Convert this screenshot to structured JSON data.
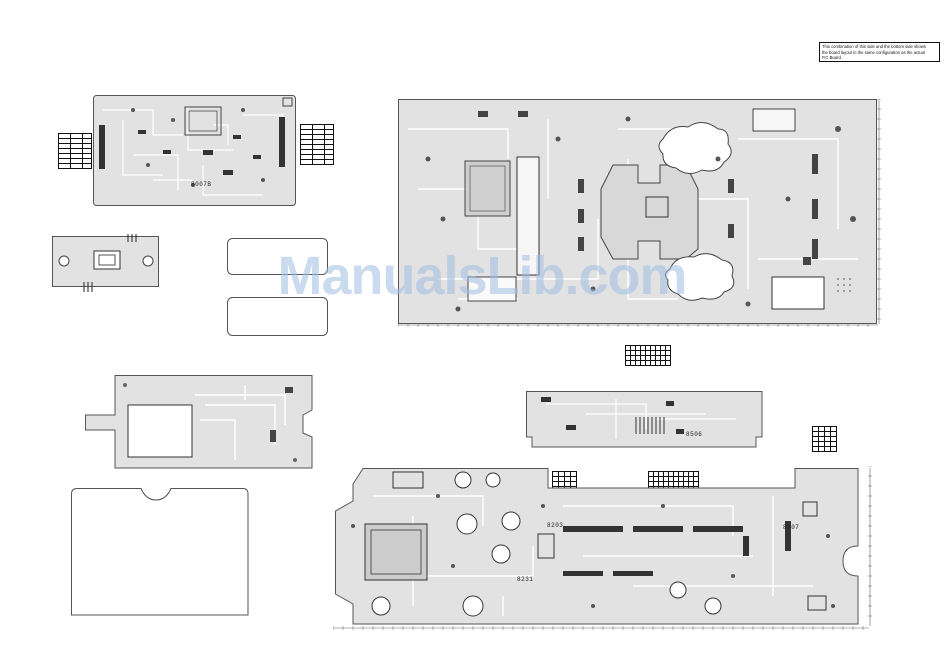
{
  "document": {
    "note_lines": [
      "This combination of this side and the bottom side shows",
      "the board layout in the same configuration as the actual",
      "P.C.Board."
    ],
    "watermark": "ManualsLib.com"
  },
  "boards": {
    "top_left_label": "8007B",
    "right_middle_label": "8506",
    "bottom_label_a": "8231",
    "bottom_label_b": "8707",
    "small_label": "8203"
  },
  "colors": {
    "board_fill": "#e4e4e4",
    "trace": "#ffffff",
    "outline": "#555555",
    "ink": "#111111"
  }
}
